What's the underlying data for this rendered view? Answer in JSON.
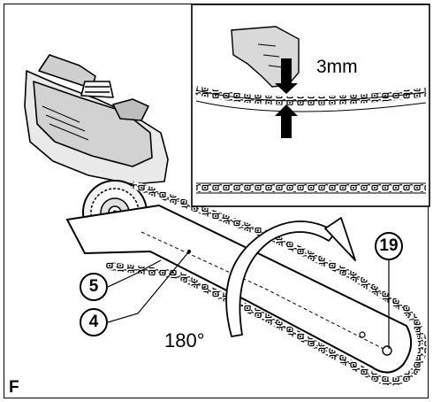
{
  "figure_letter": "F",
  "inset": {
    "tension_label": "3mm"
  },
  "rotation_label": "180°",
  "callouts": {
    "bar_nut": "5",
    "guide_bar": "4",
    "bar_tip": "19"
  }
}
